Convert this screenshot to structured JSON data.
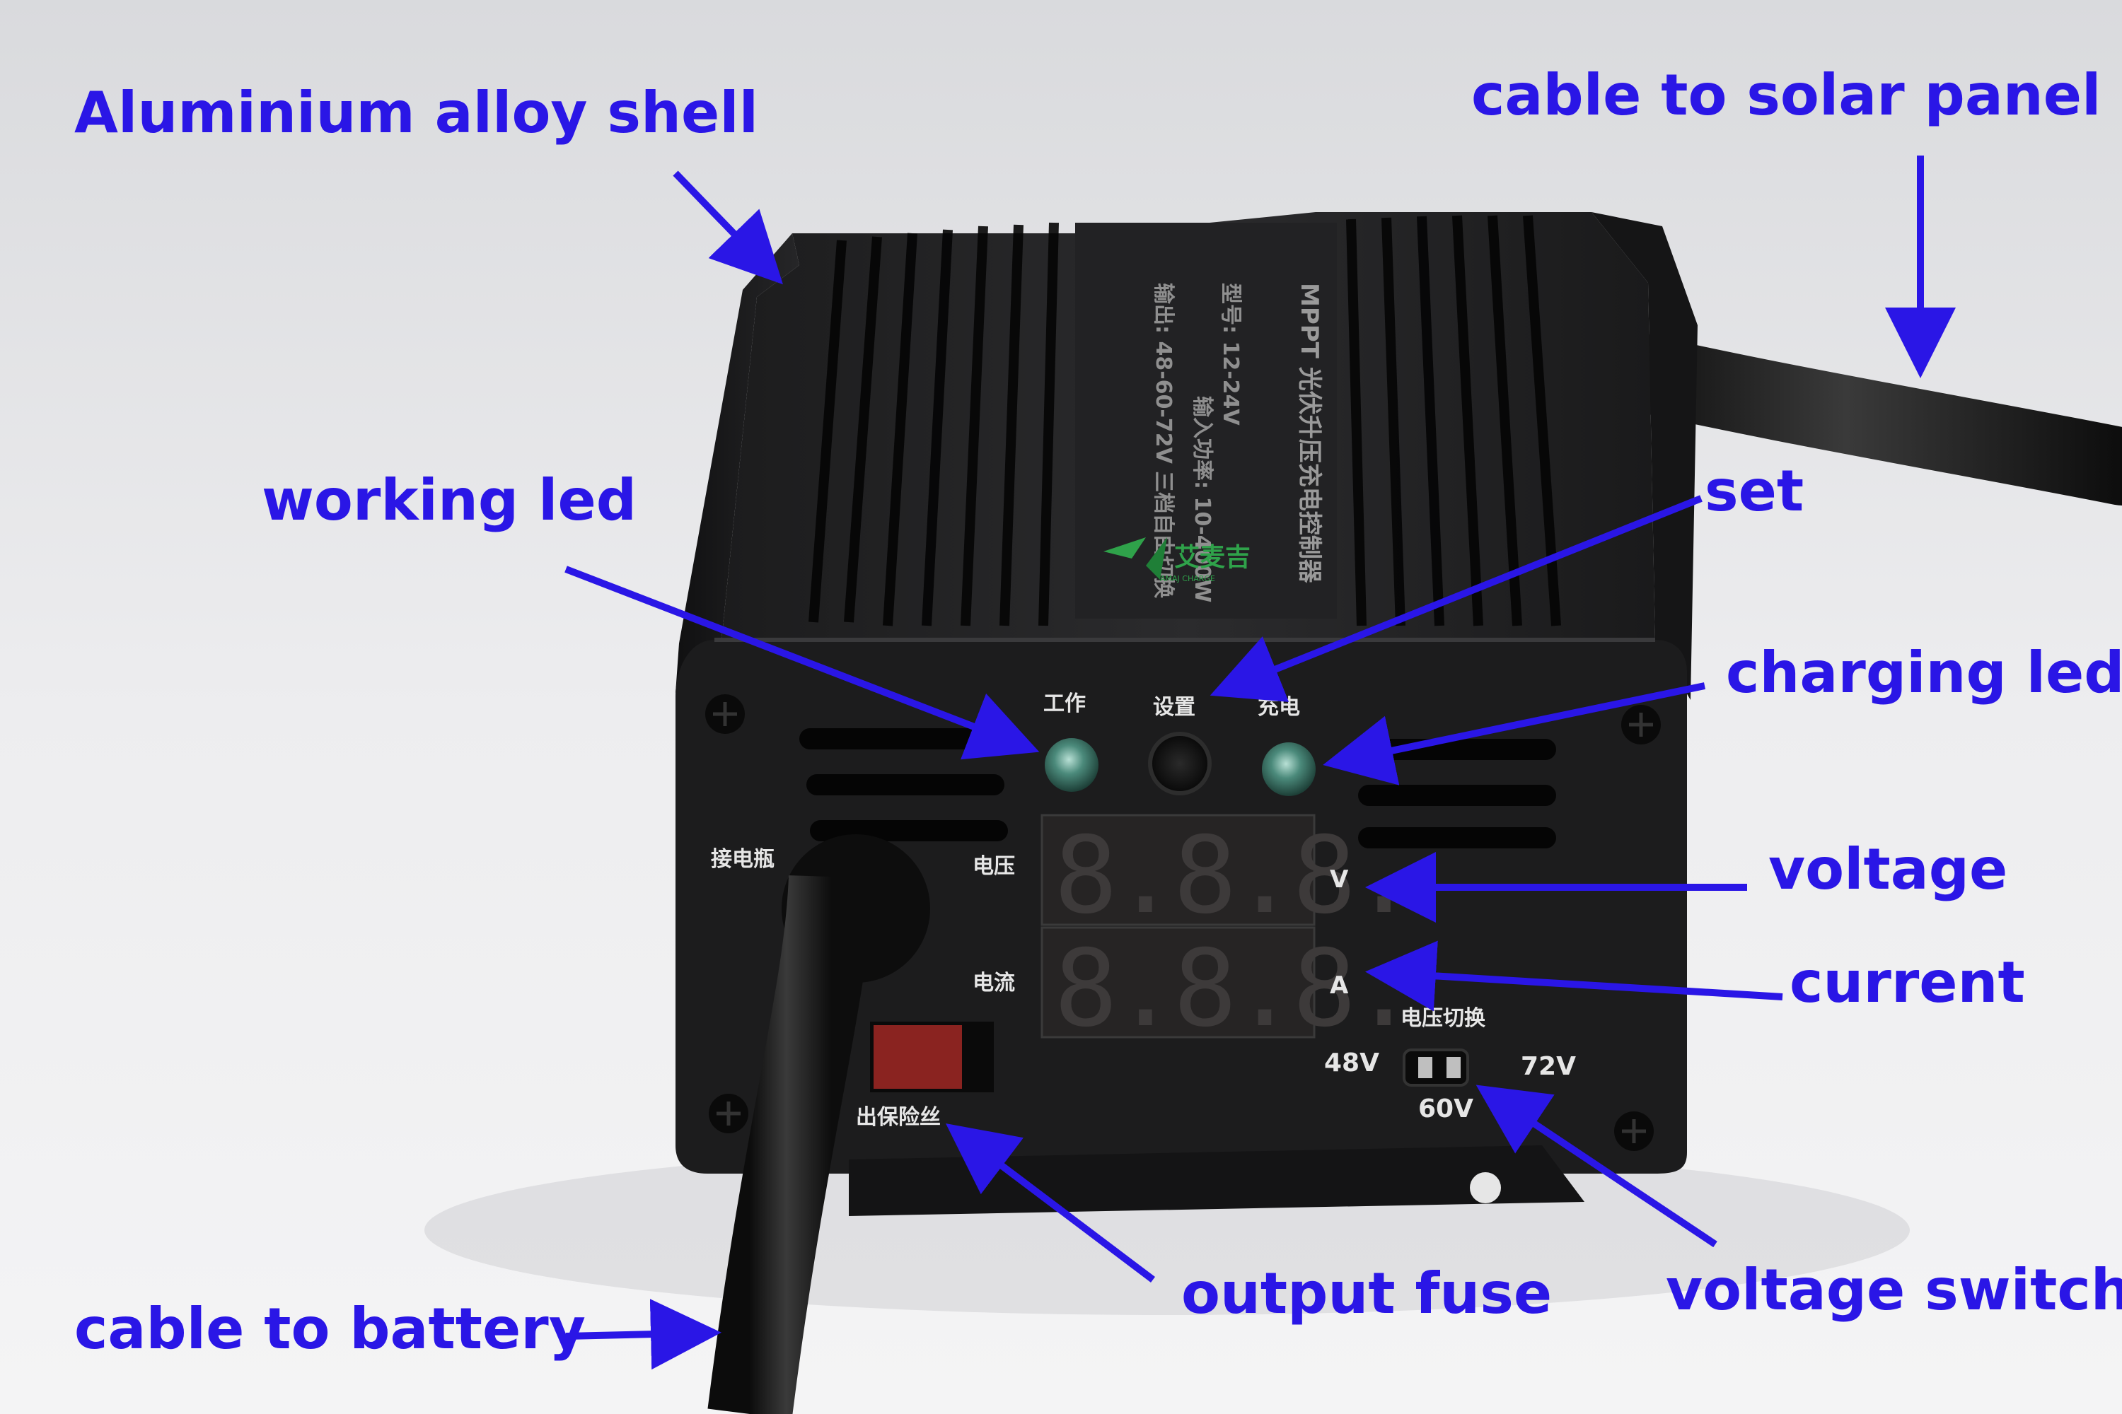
{
  "colors": {
    "callout_blue": "#2a16e6",
    "led_green": "#2e5c52",
    "device_black": "#1a1a1a"
  },
  "callouts": {
    "shell": "Aluminium alloy shell",
    "solar": "cable to solar panel",
    "working_led": "working led",
    "set": "set",
    "charging_led": "charging led",
    "voltage": "voltage",
    "current": "current",
    "battery": "cable to battery",
    "fuse": "output fuse",
    "switch": "voltage switch"
  },
  "panel": {
    "work_label": "工作",
    "set_label": "设置",
    "charge_label": "充电",
    "battery_label": "接电瓶",
    "voltage_label": "电压",
    "current_label": "电流",
    "v_unit": "V",
    "a_unit": "A",
    "switch_title": "电压切换",
    "opt_48": "48V",
    "opt_60": "60V",
    "opt_72": "72V",
    "fuse_label": "出保险丝",
    "voltage_display": "8.8.8.",
    "current_display": "8.8.8."
  },
  "label_plate": {
    "line1": "MPPT 光伏升压充电控制器",
    "line2": "型号: 12-24V",
    "line3": "输出: 48-60-72V 三档自由切换",
    "line4": "输入功率: 10-400W",
    "brand_cn": "艾麦吉",
    "brand_en": "AMAJ CHARGE"
  }
}
